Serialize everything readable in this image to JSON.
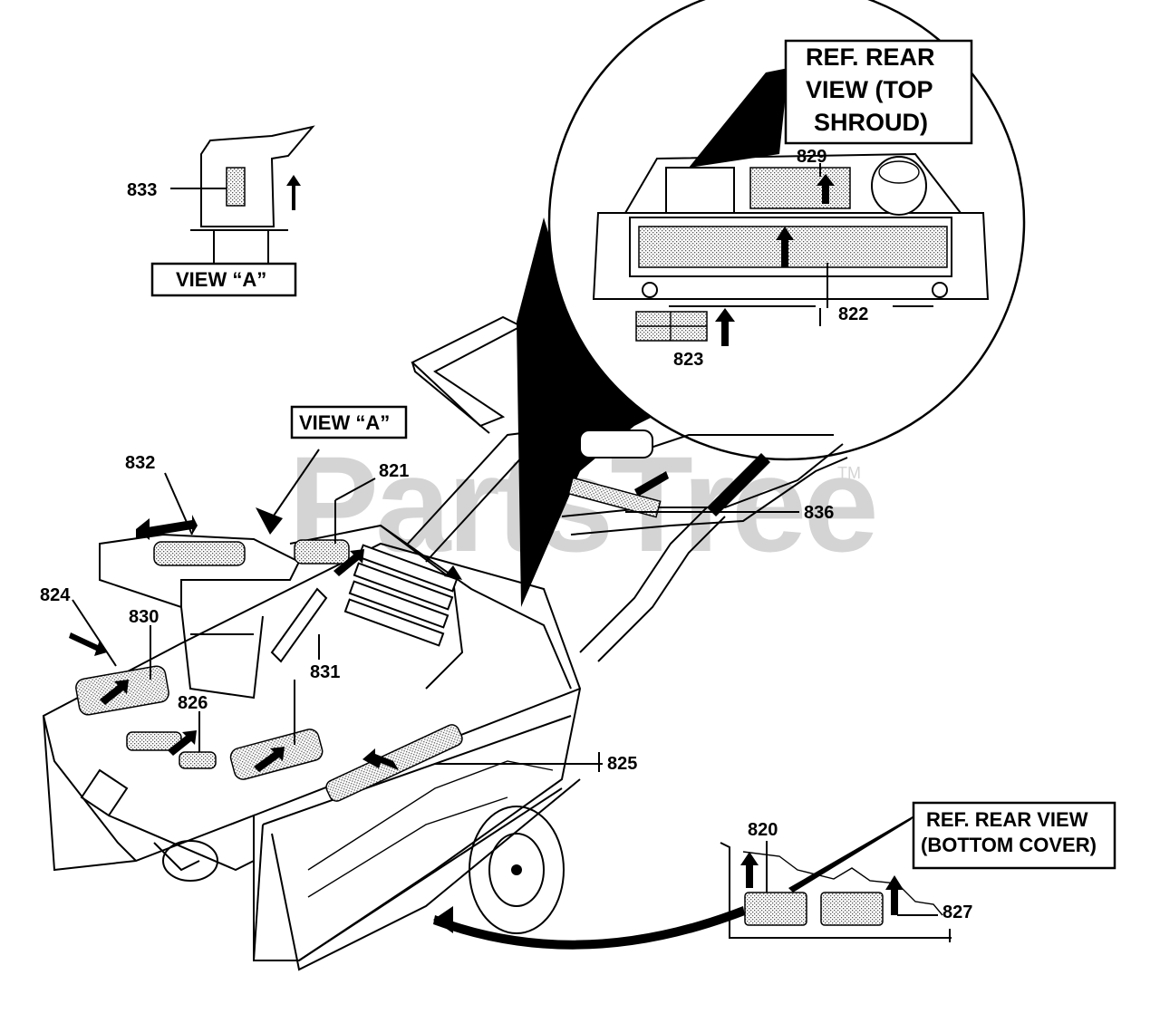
{
  "watermark": {
    "text": "PartsTree",
    "tm": "TM"
  },
  "callouts": {
    "ref_rear_view_top": [
      "REF. REAR",
      "VIEW (TOP",
      "SHROUD)"
    ],
    "view_a_inset_label": "VIEW “A”",
    "view_a_pointer_label": "VIEW “A”",
    "ref_rear_view_bottom": [
      "REF. REAR VIEW",
      "(BOTTOM COVER)"
    ]
  },
  "part_numbers": {
    "p820": "820",
    "p821": "821",
    "p822": "822",
    "p823": "823",
    "p824": "824",
    "p825": "825",
    "p826": "826",
    "p827": "827",
    "p829": "829",
    "p830": "830",
    "p831": "831",
    "p832": "832",
    "p833": "833",
    "p836": "836"
  }
}
